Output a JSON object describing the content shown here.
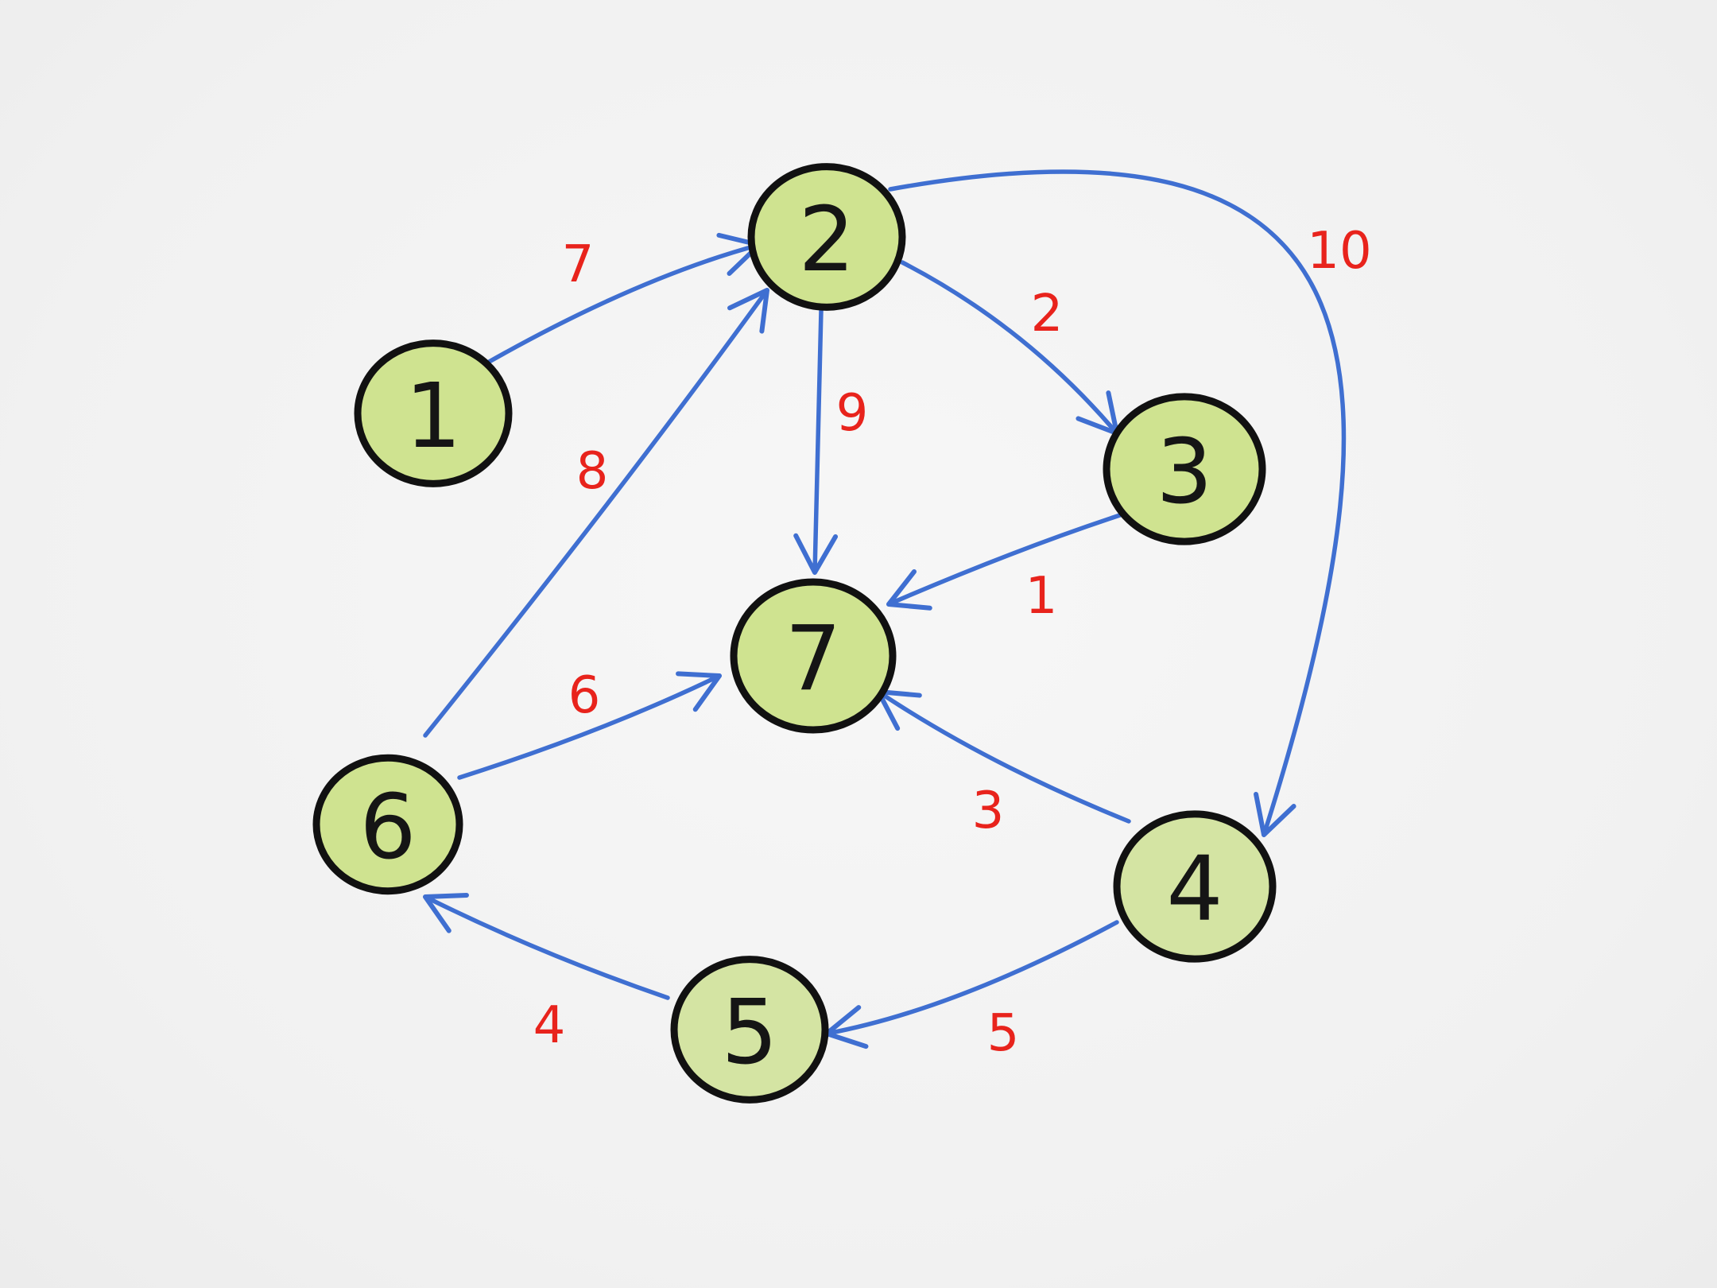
{
  "colors": {
    "node_fill": "#cfe390",
    "node_fill_light": "#d4e4a3",
    "node_stroke": "#111111",
    "edge": "#3f6fd1",
    "weight": "#e8231c"
  },
  "nodes": [
    {
      "id": "1",
      "label": "1"
    },
    {
      "id": "2",
      "label": "2"
    },
    {
      "id": "3",
      "label": "3"
    },
    {
      "id": "4",
      "label": "4"
    },
    {
      "id": "5",
      "label": "5"
    },
    {
      "id": "6",
      "label": "6"
    },
    {
      "id": "7",
      "label": "7"
    }
  ],
  "edges": [
    {
      "from": "1",
      "to": "2",
      "weight": "7"
    },
    {
      "from": "2",
      "to": "3",
      "weight": "2"
    },
    {
      "from": "2",
      "to": "7",
      "weight": "9"
    },
    {
      "from": "2",
      "to": "4",
      "weight": "10"
    },
    {
      "from": "6",
      "to": "2",
      "weight": "8"
    },
    {
      "from": "3",
      "to": "7",
      "weight": "1"
    },
    {
      "from": "6",
      "to": "7",
      "weight": "6"
    },
    {
      "from": "4",
      "to": "7",
      "weight": "3"
    },
    {
      "from": "4",
      "to": "5",
      "weight": "5"
    },
    {
      "from": "5",
      "to": "6",
      "weight": "4"
    }
  ]
}
